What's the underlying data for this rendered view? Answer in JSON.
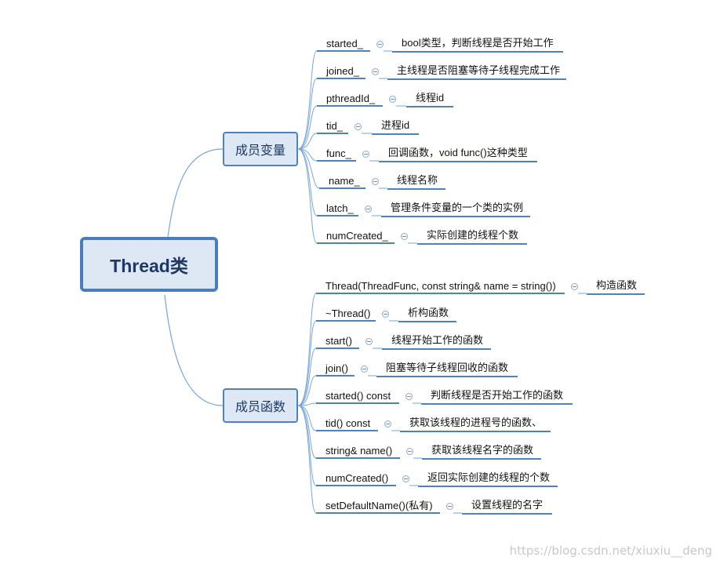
{
  "root": {
    "label": "Thread类"
  },
  "branches": [
    {
      "label": "成员变量",
      "items": [
        {
          "name": "started_",
          "desc": "bool类型，判断线程是否开始工作"
        },
        {
          "name": "joined_",
          "desc": "主线程是否阻塞等待子线程完成工作"
        },
        {
          "name": "pthreadId_",
          "desc": "线程id"
        },
        {
          "name": "tid_",
          "desc": "进程id"
        },
        {
          "name": "func_",
          "desc": "回调函数，void func()这种类型"
        },
        {
          "name": "name_",
          "desc": "线程名称"
        },
        {
          "name": "latch_",
          "desc": "管理条件变量的一个类的实例"
        },
        {
          "name": "numCreated_",
          "desc": "实际创建的线程个数"
        }
      ]
    },
    {
      "label": "成员函数",
      "items": [
        {
          "name": "Thread(ThreadFunc, const string& name = string())",
          "desc": "构造函数"
        },
        {
          "name": "~Thread()",
          "desc": "析构函数"
        },
        {
          "name": "start()",
          "desc": "线程开始工作的函数"
        },
        {
          "name": "join()",
          "desc": "阻塞等待子线程回收的函数"
        },
        {
          "name": "started() const",
          "desc": "判断线程是否开始工作的函数"
        },
        {
          "name": "tid() const",
          "desc": "获取该线程的进程号的函数、"
        },
        {
          "name": "string& name()",
          "desc": "获取该线程名字的函数"
        },
        {
          "name": "numCreated()",
          "desc": "返回实际创建的线程的个数"
        },
        {
          "name": "setDefaultName()(私有)",
          "desc": "设置线程的名字"
        }
      ]
    }
  ],
  "footer": {
    "watermark": "https://blog.csdn.net/xiuxiu__deng"
  },
  "colors": {
    "line": "#4f81bd",
    "connector": "#7aa6d6",
    "node_fill": "#dde8f4",
    "text": "#1f3864"
  },
  "icons": {
    "collapse": "collapse-minus-icon"
  }
}
